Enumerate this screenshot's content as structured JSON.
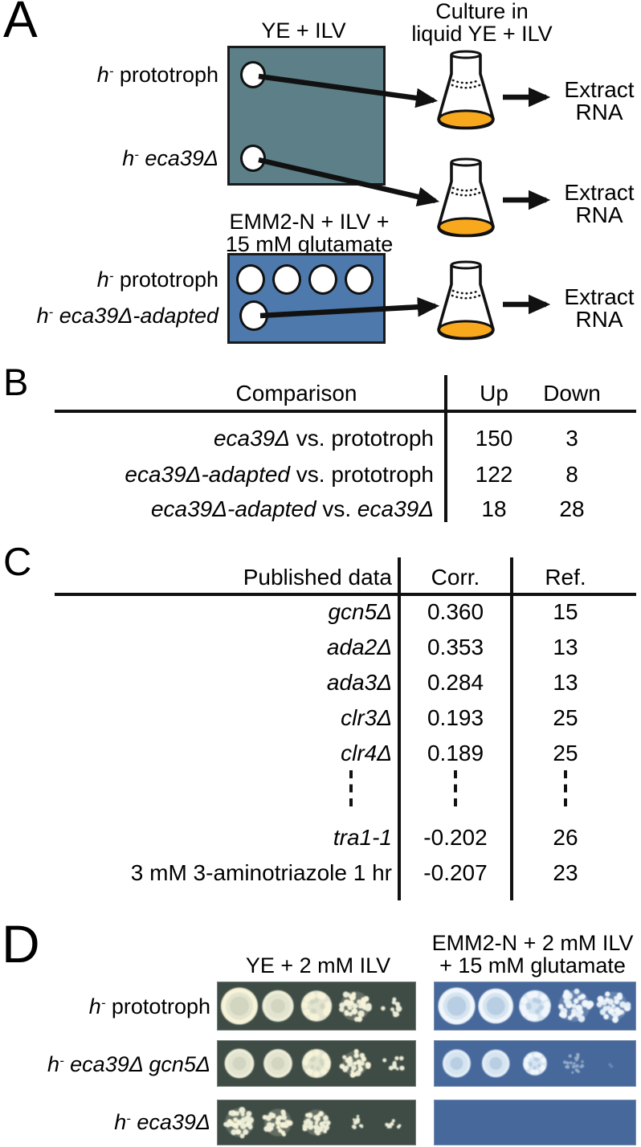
{
  "figure": {
    "colors": {
      "plate_teal": "#5c7f88",
      "plate_blue": "#4d79ac",
      "flask_liquid": "#F7A81D",
      "assay_left_bg": "#3f4c45",
      "assay_right_bg": "#46689b"
    },
    "panels": {
      "A": {
        "label": "A",
        "plate1_title": "YE + ILV",
        "culture_title": [
          "Culture in",
          "liquid YE + ILV"
        ],
        "plate2_title": [
          "EMM2-N + ILV +",
          "15 mM glutamate"
        ],
        "extract_label": [
          "Extract",
          "RNA"
        ],
        "strains": {
          "prototroph_top": [
            {
              "text": "h",
              "italic": true
            },
            {
              "text": "-",
              "italic": true,
              "sup": true
            },
            {
              "text": " prototroph"
            }
          ],
          "eca39": [
            {
              "text": "h",
              "italic": true
            },
            {
              "text": "-",
              "italic": true,
              "sup": true
            },
            {
              "text": " eca39Δ",
              "italic": true
            }
          ],
          "prototroph_bottom": [
            {
              "text": "h",
              "italic": true
            },
            {
              "text": "-",
              "italic": true,
              "sup": true
            },
            {
              "text": " prototroph"
            }
          ],
          "eca39_adapted": [
            {
              "text": "h",
              "italic": true
            },
            {
              "text": "-",
              "italic": true,
              "sup": true
            },
            {
              "text": " eca39Δ-adapted",
              "italic": true
            }
          ]
        }
      },
      "B": {
        "label": "B",
        "headers": {
          "comparison": "Comparison",
          "up": "Up",
          "down": "Down"
        },
        "rows": [
          {
            "comparison": [
              {
                "text": "eca39Δ",
                "italic": true
              },
              {
                "text": " vs. prototroph"
              }
            ],
            "up": "150",
            "down": "3"
          },
          {
            "comparison": [
              {
                "text": "eca39Δ-adapted",
                "italic": true
              },
              {
                "text": " vs. prototroph"
              }
            ],
            "up": "122",
            "down": "8"
          },
          {
            "comparison": [
              {
                "text": "eca39Δ-adapted",
                "italic": true
              },
              {
                "text": " vs. "
              },
              {
                "text": "eca39Δ",
                "italic": true
              }
            ],
            "up": "18",
            "down": "28"
          }
        ]
      },
      "C": {
        "label": "C",
        "headers": {
          "published": "Published data",
          "corr": "Corr.",
          "ref": "Ref."
        },
        "rows": [
          {
            "name": [
              {
                "text": "gcn5Δ",
                "italic": true
              }
            ],
            "corr": "0.360",
            "ref": "15"
          },
          {
            "name": [
              {
                "text": "ada2Δ",
                "italic": true
              }
            ],
            "corr": "0.353",
            "ref": "13"
          },
          {
            "name": [
              {
                "text": "ada3Δ",
                "italic": true
              }
            ],
            "corr": "0.284",
            "ref": "13"
          },
          {
            "name": [
              {
                "text": "clr3Δ",
                "italic": true
              }
            ],
            "corr": "0.193",
            "ref": "25"
          },
          {
            "name": [
              {
                "text": "clr4Δ",
                "italic": true
              }
            ],
            "corr": "0.189",
            "ref": "25"
          },
          {
            "ellipsis": true
          },
          {
            "name": [
              {
                "text": "tra1-1",
                "italic": true
              }
            ],
            "corr": "-0.202",
            "ref": "26"
          },
          {
            "name": [
              {
                "text": "3 mM 3-aminotriazole 1 hr"
              }
            ],
            "corr": "-0.207",
            "ref": "23"
          }
        ]
      },
      "D": {
        "label": "D",
        "left_title": "YE + 2 mM ILV",
        "right_title": [
          "EMM2-N + 2 mM ILV",
          "+ 15 mM glutamate"
        ],
        "rows": [
          {
            "strain": [
              {
                "text": "h",
                "italic": true
              },
              {
                "text": "-",
                "italic": true,
                "sup": true
              },
              {
                "text": " prototroph"
              }
            ],
            "left_spots": [
              {
                "type": "halo",
                "size": 1
              },
              {
                "type": "solid",
                "size": 0.85
              },
              {
                "type": "textured",
                "size": 0.85
              },
              {
                "type": "speckle",
                "size": 0.8
              },
              {
                "type": "sparse",
                "size": 0.72
              }
            ],
            "right_spots": [
              {
                "type": "halo",
                "size": 1
              },
              {
                "type": "halo",
                "size": 0.95
              },
              {
                "type": "textured",
                "size": 0.88
              },
              {
                "type": "speckle",
                "size": 0.85
              },
              {
                "type": "speckle",
                "size": 0.78
              }
            ]
          },
          {
            "strain": [
              {
                "text": "h",
                "italic": true
              },
              {
                "text": "-",
                "italic": true,
                "sup": true
              },
              {
                "text": " eca39Δ gcn5Δ",
                "italic": true
              }
            ],
            "left_spots": [
              {
                "type": "solid",
                "size": 0.8
              },
              {
                "type": "solid",
                "size": 0.78
              },
              {
                "type": "textured",
                "size": 0.8
              },
              {
                "type": "speckle",
                "size": 0.68
              },
              {
                "type": "sparse",
                "size": 0.58
              }
            ],
            "right_spots": [
              {
                "type": "solid",
                "size": 0.76
              },
              {
                "type": "solid",
                "size": 0.75
              },
              {
                "type": "textured",
                "size": 0.66
              },
              {
                "type": "faint",
                "size": 0.56
              },
              {
                "type": "trace",
                "size": 0.4
              }
            ]
          },
          {
            "strain": [
              {
                "text": "h",
                "italic": true
              },
              {
                "text": "-",
                "italic": true,
                "sup": true
              },
              {
                "text": " eca39Δ",
                "italic": true
              }
            ],
            "left_spots": [
              {
                "type": "speckle",
                "size": 0.78
              },
              {
                "type": "speckle",
                "size": 0.74
              },
              {
                "type": "speckle",
                "size": 0.7
              },
              {
                "type": "sparse",
                "size": 0.52
              },
              {
                "type": "sparse",
                "size": 0.46
              }
            ],
            "right_spots": []
          }
        ]
      }
    }
  }
}
